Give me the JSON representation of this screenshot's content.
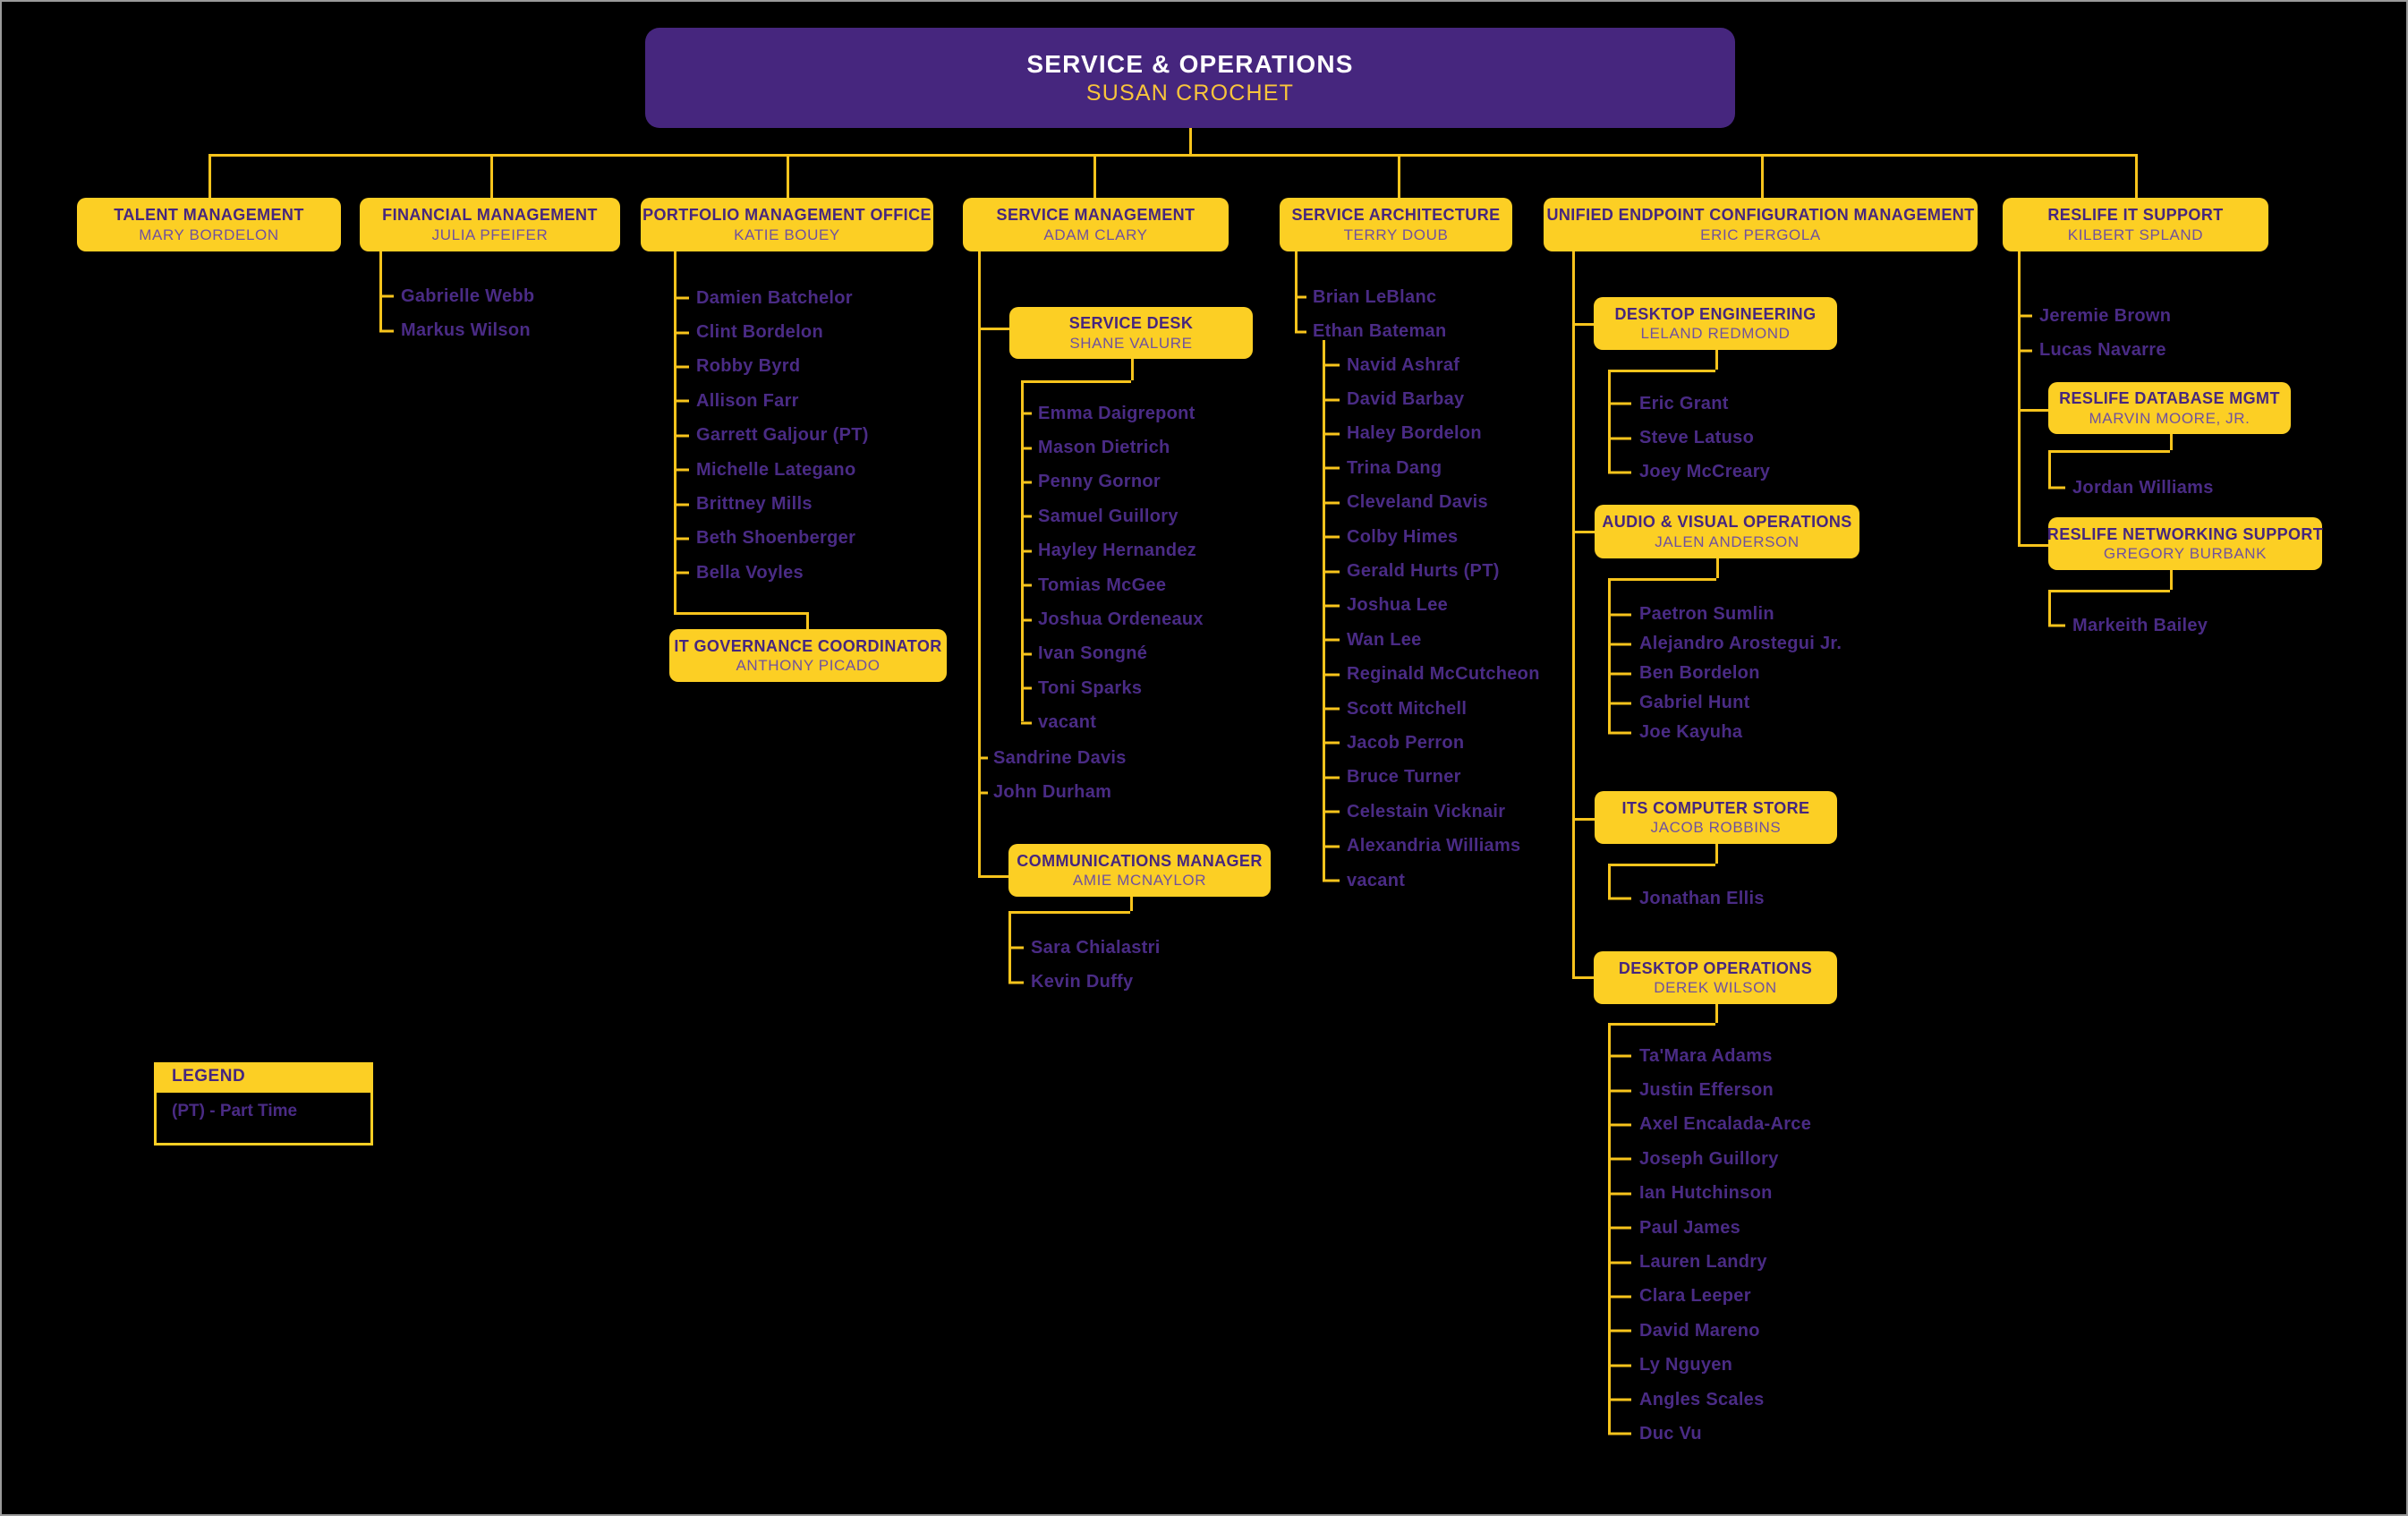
{
  "root": {
    "title": "SERVICE & OPERATIONS",
    "name": "SUSAN CROCHET"
  },
  "legend": {
    "title": "LEGEND",
    "entry": "(PT) - Part Time"
  },
  "colors": {
    "background": "#000000",
    "purple": "#46267E",
    "gold": "#FCCF24",
    "name_text": "#4A2B85",
    "root_title": "#FFFFFF",
    "root_name": "#F9C53B"
  },
  "branches": {
    "talent": {
      "title": "TALENT MANAGEMENT",
      "name": "MARY BORDELON"
    },
    "financial": {
      "title": "FINANCIAL MANAGEMENT",
      "name": "JULIA PFEIFER",
      "members": [
        "Gabrielle Webb",
        "Markus Wilson"
      ]
    },
    "portfolio": {
      "title": "PORTFOLIO MANAGEMENT OFFICE",
      "name": "KATIE BOUEY",
      "members": [
        "Damien Batchelor",
        "Clint Bordelon",
        "Robby Byrd",
        "Allison Farr",
        "Garrett Galjour (PT)",
        "Michelle Lategano",
        "Brittney Mills",
        "Beth Shoenberger",
        "Bella Voyles"
      ],
      "governance": {
        "title": "IT GOVERNANCE COORDINATOR",
        "name": "ANTHONY PICADO"
      }
    },
    "service_management": {
      "title": "SERVICE MANAGEMENT",
      "name": "ADAM CLARY",
      "service_desk": {
        "title": "SERVICE DESK",
        "name": "SHANE VALURE",
        "members": [
          "Emma Daigrepont",
          "Mason Dietrich",
          "Penny Gornor",
          "Samuel Guillory",
          "Hayley Hernandez",
          "Tomias McGee",
          "Joshua Ordeneaux",
          "Ivan Songné",
          "Toni Sparks",
          "vacant"
        ]
      },
      "members": [
        "Sandrine Davis",
        "John Durham"
      ],
      "communications": {
        "title": "COMMUNICATIONS MANAGER",
        "name": "AMIE MCNAYLOR",
        "members": [
          "Sara Chialastri",
          "Kevin Duffy"
        ]
      }
    },
    "service_architecture": {
      "title": "SERVICE ARCHITECTURE",
      "name": "TERRY DOUB",
      "members": [
        "Brian LeBlanc",
        "Ethan Bateman"
      ],
      "team": [
        "Navid Ashraf",
        "David Barbay",
        "Haley Bordelon",
        "Trina Dang",
        "Cleveland Davis",
        "Colby Himes",
        "Gerald Hurts (PT)",
        "Joshua Lee",
        "Wan Lee",
        "Reginald McCutcheon",
        "Scott Mitchell",
        "Jacob Perron",
        "Bruce Turner",
        "Celestain Vicknair",
        "Alexandria Williams",
        "vacant"
      ]
    },
    "uecm": {
      "title": "UNIFIED ENDPOINT CONFIGURATION MANAGEMENT",
      "name": "ERIC PERGOLA",
      "desktop_engineering": {
        "title": "DESKTOP ENGINEERING",
        "name": "LELAND REDMOND",
        "members": [
          "Eric Grant",
          "Steve Latuso",
          "Joey McCreary"
        ]
      },
      "av_operations": {
        "title": "AUDIO & VISUAL OPERATIONS",
        "name": "JALEN ANDERSON",
        "members": [
          "Paetron Sumlin",
          "Alejandro Arostegui Jr.",
          "Ben Bordelon",
          "Gabriel Hunt",
          "Joe Kayuha"
        ]
      },
      "computer_store": {
        "title": "ITS COMPUTER STORE",
        "name": "JACOB ROBBINS",
        "members": [
          "Jonathan Ellis"
        ]
      },
      "desktop_operations": {
        "title": "DESKTOP OPERATIONS",
        "name": "DEREK WILSON",
        "members": [
          "Ta'Mara Adams",
          "Justin Efferson",
          "Axel Encalada-Arce",
          "Joseph Guillory",
          "Ian Hutchinson",
          "Paul James",
          "Lauren Landry",
          "Clara Leeper",
          "David Mareno",
          "Ly Nguyen",
          "Angles Scales",
          "Duc Vu"
        ]
      }
    },
    "reslife": {
      "title": "RESLIFE IT SUPPORT",
      "name": "KILBERT SPLAND",
      "members": [
        "Jeremie Brown",
        "Lucas Navarre"
      ],
      "database": {
        "title": "RESLIFE DATABASE MGMT",
        "name": "MARVIN MOORE, JR.",
        "members": [
          "Jordan Williams"
        ]
      },
      "networking": {
        "title": "RESLIFE NETWORKING SUPPORT",
        "name": "GREGORY BURBANK",
        "members": [
          "Markeith Bailey"
        ]
      }
    }
  }
}
